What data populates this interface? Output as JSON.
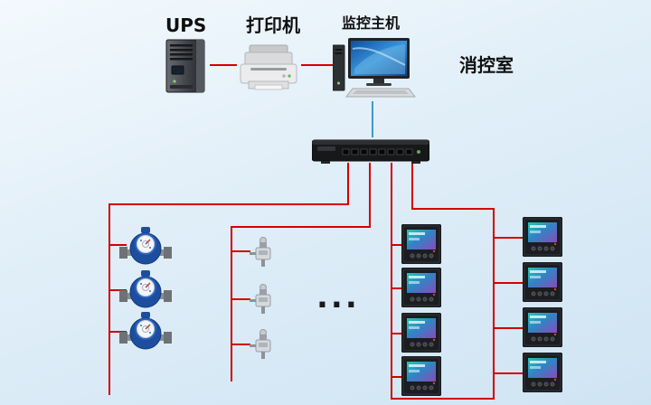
{
  "labels": {
    "ups": "UPS",
    "printer": "打印机",
    "host": "监控主机",
    "room": "消控室",
    "ellipsis": "..."
  },
  "colors": {
    "cable_red": "#d40000",
    "uplink_blue": "#3f97d0",
    "background_top": "#f3f9fd",
    "background_bottom": "#cfe4f3"
  },
  "devices": {
    "ups": "ups-tower",
    "printer": "laser-printer",
    "host": "monitoring-host-pc",
    "collector": "data-collector-switch",
    "water_meter_count": 3,
    "transmitter_count": 3,
    "panel_meter_column1_count": 4,
    "panel_meter_column2_count": 4
  }
}
